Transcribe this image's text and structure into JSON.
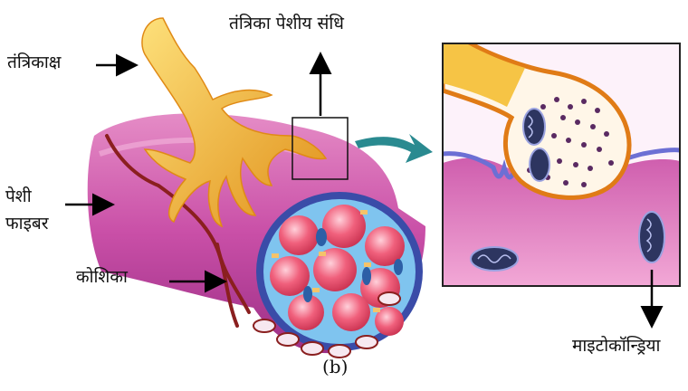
{
  "labels": {
    "axon": "तंत्रिकाक्ष",
    "neuromuscular_junction": "तंत्रिका पेशीय संधि",
    "muscle_fiber": "पेशी फाइबर",
    "cell": "कोशिका",
    "mitochondria": "माइटोकॉन्ड्रिया",
    "figure_tag": "(b)"
  },
  "colors": {
    "nerve": "#f6c445",
    "nerve_dark": "#e0901a",
    "muscle": "#c94fa7",
    "muscle_light": "#e58cc6",
    "membrane": "#6c6fd4",
    "myofibril": "#e9506a",
    "blood_vessel": "#8a1f1f",
    "zoom_arrow": "#2a8a90",
    "mitochondria": "#2d3560"
  }
}
